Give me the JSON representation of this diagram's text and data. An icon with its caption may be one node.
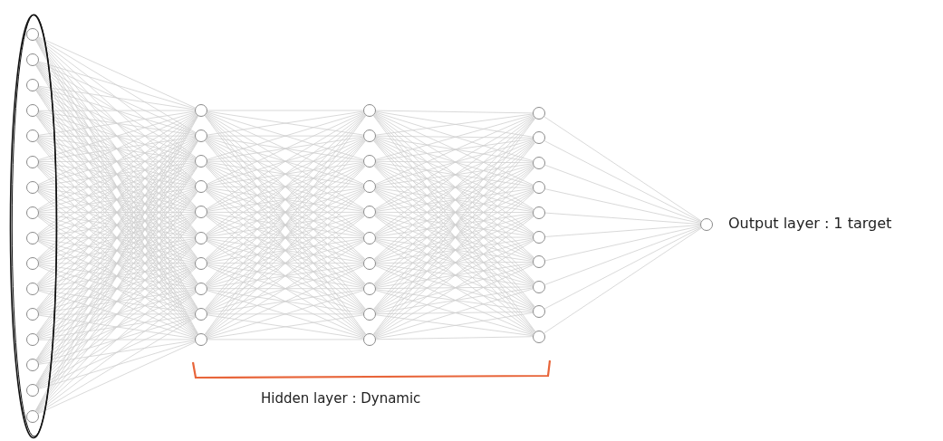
{
  "diagram": {
    "nodes": [
      {
        "text": [],
        "shape": "ellipse"
      },
      {
        "text": [],
        "shape": "circle",
        "in": 0
      },
      {
        "text": [],
        "shape": "circle",
        "in": 0
      },
      {
        "text": [],
        "shape": "circle",
        "in": 0
      },
      {
        "text": [],
        "shape": "circle",
        "in": 0
      },
      {
        "text": [],
        "shape": "circle",
        "in": 0
      },
      {
        "text": [],
        "shape": "circle",
        "in": 0
      },
      {
        "text": [],
        "shape": "circle",
        "in": 0
      },
      {
        "text": [],
        "shape": "circle",
        "in": 0
      },
      {
        "text": [],
        "shape": "circle",
        "in": 0
      },
      {
        "text": [],
        "shape": "circle",
        "in": 0
      },
      {
        "text": [],
        "shape": "circle",
        "in": 0
      },
      {
        "text": [],
        "shape": "circle",
        "in": 0
      },
      {
        "text": [],
        "shape": "circle",
        "in": 0
      },
      {
        "text": [],
        "shape": "circle",
        "in": 0
      },
      {
        "text": [],
        "shape": "circle",
        "in": 0
      },
      {
        "text": [],
        "shape": "circle",
        "in": 0
      },
      {
        "text": [],
        "shape": "circle"
      },
      {
        "text": [],
        "shape": "circle"
      },
      {
        "text": [],
        "shape": "circle"
      },
      {
        "text": [],
        "shape": "circle"
      },
      {
        "text": [],
        "shape": "circle"
      },
      {
        "text": [],
        "shape": "circle"
      },
      {
        "text": [],
        "shape": "circle"
      },
      {
        "text": [],
        "shape": "circle"
      },
      {
        "text": [],
        "shape": "circle"
      },
      {
        "text": [],
        "shape": "circle"
      },
      {
        "text": [],
        "shape": "circle"
      },
      {
        "text": [],
        "shape": "circle"
      },
      {
        "text": [],
        "shape": "circle"
      },
      {
        "text": [],
        "shape": "circle"
      },
      {
        "text": [],
        "shape": "circle"
      },
      {
        "text": [],
        "shape": "circle"
      },
      {
        "text": [],
        "shape": "circle"
      },
      {
        "text": [],
        "shape": "circle"
      },
      {
        "text": [],
        "shape": "circle"
      },
      {
        "text": [],
        "shape": "circle"
      },
      {
        "text": [],
        "shape": "circle"
      },
      {
        "text": [],
        "shape": "circle"
      },
      {
        "text": [],
        "shape": "circle"
      },
      {
        "text": [],
        "shape": "circle"
      },
      {
        "text": [],
        "shape": "circle"
      },
      {
        "text": [],
        "shape": "circle"
      },
      {
        "text": [],
        "shape": "circle"
      },
      {
        "text": [],
        "shape": "circle"
      },
      {
        "text": [],
        "shape": "circle"
      },
      {
        "text": [],
        "shape": "circle"
      },
      {
        "text": [],
        "shape": "circle",
        "beside": [
          "Output layer : 1 target"
        ]
      }
    ],
    "edges": [
      {
        "from": 1,
        "to": 17,
        "arrow": "none"
      },
      {
        "from": 1,
        "to": 18,
        "arrow": "none"
      },
      {
        "from": 1,
        "to": 19,
        "arrow": "none"
      },
      {
        "from": 1,
        "to": 20,
        "arrow": "none"
      },
      {
        "from": 1,
        "to": 21,
        "arrow": "none"
      },
      {
        "from": 1,
        "to": 22,
        "arrow": "none"
      },
      {
        "from": 1,
        "to": 23,
        "arrow": "none"
      },
      {
        "from": 1,
        "to": 24,
        "arrow": "none"
      },
      {
        "from": 1,
        "to": 25,
        "arrow": "none"
      },
      {
        "from": 1,
        "to": 26,
        "arrow": "none"
      },
      {
        "from": 2,
        "to": 17,
        "arrow": "none"
      },
      {
        "from": 2,
        "to": 18,
        "arrow": "none"
      },
      {
        "from": 2,
        "to": 19,
        "arrow": "none"
      },
      {
        "from": 2,
        "to": 20,
        "arrow": "none"
      },
      {
        "from": 2,
        "to": 21,
        "arrow": "none"
      },
      {
        "from": 2,
        "to": 22,
        "arrow": "none"
      },
      {
        "from": 2,
        "to": 23,
        "arrow": "none"
      },
      {
        "from": 2,
        "to": 24,
        "arrow": "none"
      },
      {
        "from": 2,
        "to": 25,
        "arrow": "none"
      },
      {
        "from": 2,
        "to": 26,
        "arrow": "none"
      },
      {
        "from": 3,
        "to": 17,
        "arrow": "none"
      },
      {
        "from": 3,
        "to": 18,
        "arrow": "none"
      },
      {
        "from": 3,
        "to": 19,
        "arrow": "none"
      },
      {
        "from": 3,
        "to": 20,
        "arrow": "none"
      },
      {
        "from": 3,
        "to": 21,
        "arrow": "none"
      },
      {
        "from": 3,
        "to": 22,
        "arrow": "none"
      },
      {
        "from": 3,
        "to": 23,
        "arrow": "none"
      },
      {
        "from": 3,
        "to": 24,
        "arrow": "none"
      },
      {
        "from": 3,
        "to": 25,
        "arrow": "none"
      },
      {
        "from": 3,
        "to": 26,
        "arrow": "none"
      },
      {
        "from": 4,
        "to": 17,
        "arrow": "none"
      },
      {
        "from": 4,
        "to": 18,
        "arrow": "none"
      },
      {
        "from": 4,
        "to": 19,
        "arrow": "none"
      },
      {
        "from": 4,
        "to": 20,
        "arrow": "none"
      },
      {
        "from": 4,
        "to": 21,
        "arrow": "none"
      },
      {
        "from": 4,
        "to": 22,
        "arrow": "none"
      },
      {
        "from": 4,
        "to": 23,
        "arrow": "none"
      },
      {
        "from": 4,
        "to": 24,
        "arrow": "none"
      },
      {
        "from": 4,
        "to": 25,
        "arrow": "none"
      },
      {
        "from": 4,
        "to": 26,
        "arrow": "none"
      },
      {
        "from": 5,
        "to": 17,
        "arrow": "none"
      },
      {
        "from": 5,
        "to": 18,
        "arrow": "none"
      },
      {
        "from": 5,
        "to": 19,
        "arrow": "none"
      },
      {
        "from": 5,
        "to": 20,
        "arrow": "none"
      },
      {
        "from": 5,
        "to": 21,
        "arrow": "none"
      },
      {
        "from": 5,
        "to": 22,
        "arrow": "none"
      },
      {
        "from": 5,
        "to": 23,
        "arrow": "none"
      },
      {
        "from": 5,
        "to": 24,
        "arrow": "none"
      },
      {
        "from": 5,
        "to": 25,
        "arrow": "none"
      },
      {
        "from": 5,
        "to": 26,
        "arrow": "none"
      },
      {
        "from": 6,
        "to": 17,
        "arrow": "none"
      },
      {
        "from": 6,
        "to": 18,
        "arrow": "none"
      },
      {
        "from": 6,
        "to": 19,
        "arrow": "none"
      },
      {
        "from": 6,
        "to": 20,
        "arrow": "none"
      },
      {
        "from": 6,
        "to": 21,
        "arrow": "none"
      },
      {
        "from": 6,
        "to": 22,
        "arrow": "none"
      },
      {
        "from": 6,
        "to": 23,
        "arrow": "none"
      },
      {
        "from": 6,
        "to": 24,
        "arrow": "none"
      },
      {
        "from": 6,
        "to": 25,
        "arrow": "none"
      },
      {
        "from": 6,
        "to": 26,
        "arrow": "none"
      },
      {
        "from": 7,
        "to": 17,
        "arrow": "none"
      },
      {
        "from": 7,
        "to": 18,
        "arrow": "none"
      },
      {
        "from": 7,
        "to": 19,
        "arrow": "none"
      },
      {
        "from": 7,
        "to": 20,
        "arrow": "none"
      },
      {
        "from": 7,
        "to": 21,
        "arrow": "none"
      },
      {
        "from": 7,
        "to": 22,
        "arrow": "none"
      },
      {
        "from": 7,
        "to": 23,
        "arrow": "none"
      },
      {
        "from": 7,
        "to": 24,
        "arrow": "none"
      },
      {
        "from": 7,
        "to": 25,
        "arrow": "none"
      },
      {
        "from": 7,
        "to": 26,
        "arrow": "none"
      },
      {
        "from": 8,
        "to": 17,
        "arrow": "none"
      },
      {
        "from": 8,
        "to": 18,
        "arrow": "none"
      },
      {
        "from": 8,
        "to": 19,
        "arrow": "none"
      },
      {
        "from": 8,
        "to": 20,
        "arrow": "none"
      },
      {
        "from": 8,
        "to": 21,
        "arrow": "none"
      },
      {
        "from": 8,
        "to": 22,
        "arrow": "none"
      },
      {
        "from": 8,
        "to": 23,
        "arrow": "none"
      },
      {
        "from": 8,
        "to": 24,
        "arrow": "none"
      },
      {
        "from": 8,
        "to": 25,
        "arrow": "none"
      },
      {
        "from": 8,
        "to": 26,
        "arrow": "none"
      },
      {
        "from": 9,
        "to": 17,
        "arrow": "none"
      },
      {
        "from": 9,
        "to": 18,
        "arrow": "none"
      },
      {
        "from": 9,
        "to": 19,
        "arrow": "none"
      },
      {
        "from": 9,
        "to": 20,
        "arrow": "none"
      },
      {
        "from": 9,
        "to": 21,
        "arrow": "none"
      },
      {
        "from": 9,
        "to": 22,
        "arrow": "none"
      },
      {
        "from": 9,
        "to": 23,
        "arrow": "none"
      },
      {
        "from": 9,
        "to": 24,
        "arrow": "none"
      },
      {
        "from": 9,
        "to": 25,
        "arrow": "none"
      },
      {
        "from": 9,
        "to": 26,
        "arrow": "none"
      },
      {
        "from": 10,
        "to": 17,
        "arrow": "none"
      },
      {
        "from": 10,
        "to": 18,
        "arrow": "none"
      },
      {
        "from": 10,
        "to": 19,
        "arrow": "none"
      },
      {
        "from": 10,
        "to": 20,
        "arrow": "none"
      },
      {
        "from": 10,
        "to": 21,
        "arrow": "none"
      },
      {
        "from": 10,
        "to": 22,
        "arrow": "none"
      },
      {
        "from": 10,
        "to": 23,
        "arrow": "none"
      },
      {
        "from": 10,
        "to": 24,
        "arrow": "none"
      },
      {
        "from": 10,
        "to": 25,
        "arrow": "none"
      },
      {
        "from": 10,
        "to": 26,
        "arrow": "none"
      },
      {
        "from": 11,
        "to": 17,
        "arrow": "none"
      },
      {
        "from": 11,
        "to": 18,
        "arrow": "none"
      },
      {
        "from": 11,
        "to": 19,
        "arrow": "none"
      },
      {
        "from": 11,
        "to": 20,
        "arrow": "none"
      },
      {
        "from": 11,
        "to": 21,
        "arrow": "none"
      },
      {
        "from": 11,
        "to": 22,
        "arrow": "none"
      },
      {
        "from": 11,
        "to": 23,
        "arrow": "none"
      },
      {
        "from": 11,
        "to": 24,
        "arrow": "none"
      },
      {
        "from": 11,
        "to": 25,
        "arrow": "none"
      },
      {
        "from": 11,
        "to": 26,
        "arrow": "none"
      },
      {
        "from": 12,
        "to": 17,
        "arrow": "none"
      },
      {
        "from": 12,
        "to": 18,
        "arrow": "none"
      },
      {
        "from": 12,
        "to": 19,
        "arrow": "none"
      },
      {
        "from": 12,
        "to": 20,
        "arrow": "none"
      },
      {
        "from": 12,
        "to": 21,
        "arrow": "none"
      },
      {
        "from": 12,
        "to": 22,
        "arrow": "none"
      },
      {
        "from": 12,
        "to": 23,
        "arrow": "none"
      },
      {
        "from": 12,
        "to": 24,
        "arrow": "none"
      },
      {
        "from": 12,
        "to": 25,
        "arrow": "none"
      },
      {
        "from": 12,
        "to": 26,
        "arrow": "none"
      },
      {
        "from": 13,
        "to": 17,
        "arrow": "none"
      },
      {
        "from": 13,
        "to": 18,
        "arrow": "none"
      },
      {
        "from": 13,
        "to": 19,
        "arrow": "none"
      },
      {
        "from": 13,
        "to": 20,
        "arrow": "none"
      },
      {
        "from": 13,
        "to": 21,
        "arrow": "none"
      },
      {
        "from": 13,
        "to": 22,
        "arrow": "none"
      },
      {
        "from": 13,
        "to": 23,
        "arrow": "none"
      },
      {
        "from": 13,
        "to": 24,
        "arrow": "none"
      },
      {
        "from": 13,
        "to": 25,
        "arrow": "none"
      },
      {
        "from": 13,
        "to": 26,
        "arrow": "none"
      },
      {
        "from": 14,
        "to": 17,
        "arrow": "none"
      },
      {
        "from": 14,
        "to": 18,
        "arrow": "none"
      },
      {
        "from": 14,
        "to": 19,
        "arrow": "none"
      },
      {
        "from": 14,
        "to": 20,
        "arrow": "none"
      },
      {
        "from": 14,
        "to": 21,
        "arrow": "none"
      },
      {
        "from": 14,
        "to": 22,
        "arrow": "none"
      },
      {
        "from": 14,
        "to": 23,
        "arrow": "none"
      },
      {
        "from": 14,
        "to": 24,
        "arrow": "none"
      },
      {
        "from": 14,
        "to": 25,
        "arrow": "none"
      },
      {
        "from": 14,
        "to": 26,
        "arrow": "none"
      },
      {
        "from": 15,
        "to": 17,
        "arrow": "none"
      },
      {
        "from": 15,
        "to": 18,
        "arrow": "none"
      },
      {
        "from": 15,
        "to": 19,
        "arrow": "none"
      },
      {
        "from": 15,
        "to": 20,
        "arrow": "none"
      },
      {
        "from": 15,
        "to": 21,
        "arrow": "none"
      },
      {
        "from": 15,
        "to": 22,
        "arrow": "none"
      },
      {
        "from": 15,
        "to": 23,
        "arrow": "none"
      },
      {
        "from": 15,
        "to": 24,
        "arrow": "none"
      },
      {
        "from": 15,
        "to": 25,
        "arrow": "none"
      },
      {
        "from": 15,
        "to": 26,
        "arrow": "none"
      },
      {
        "from": 16,
        "to": 17,
        "arrow": "none"
      },
      {
        "from": 16,
        "to": 18,
        "arrow": "none"
      },
      {
        "from": 16,
        "to": 19,
        "arrow": "none"
      },
      {
        "from": 16,
        "to": 20,
        "arrow": "none"
      },
      {
        "from": 16,
        "to": 21,
        "arrow": "none"
      },
      {
        "from": 16,
        "to": 22,
        "arrow": "none"
      },
      {
        "from": 16,
        "to": 23,
        "arrow": "none"
      },
      {
        "from": 16,
        "to": 24,
        "arrow": "none"
      },
      {
        "from": 16,
        "to": 25,
        "arrow": "none"
      },
      {
        "from": 16,
        "to": 26,
        "arrow": "none"
      },
      {
        "from": 17,
        "to": 27,
        "arrow": "none"
      },
      {
        "from": 17,
        "to": 28,
        "arrow": "none"
      },
      {
        "from": 17,
        "to": 29,
        "arrow": "none"
      },
      {
        "from": 17,
        "to": 30,
        "arrow": "none"
      },
      {
        "from": 17,
        "to": 31,
        "arrow": "none"
      },
      {
        "from": 17,
        "to": 32,
        "arrow": "none"
      },
      {
        "from": 17,
        "to": 33,
        "arrow": "none"
      },
      {
        "from": 17,
        "to": 34,
        "arrow": "none"
      },
      {
        "from": 17,
        "to": 35,
        "arrow": "none"
      },
      {
        "from": 17,
        "to": 36,
        "arrow": "none"
      },
      {
        "from": 18,
        "to": 27,
        "arrow": "none"
      },
      {
        "from": 18,
        "to": 28,
        "arrow": "none"
      },
      {
        "from": 18,
        "to": 29,
        "arrow": "none"
      },
      {
        "from": 18,
        "to": 30,
        "arrow": "none"
      },
      {
        "from": 18,
        "to": 31,
        "arrow": "none"
      },
      {
        "from": 18,
        "to": 32,
        "arrow": "none"
      },
      {
        "from": 18,
        "to": 33,
        "arrow": "none"
      },
      {
        "from": 18,
        "to": 34,
        "arrow": "none"
      },
      {
        "from": 18,
        "to": 35,
        "arrow": "none"
      },
      {
        "from": 18,
        "to": 36,
        "arrow": "none"
      },
      {
        "from": 19,
        "to": 27,
        "arrow": "none"
      },
      {
        "from": 19,
        "to": 28,
        "arrow": "none"
      },
      {
        "from": 19,
        "to": 29,
        "arrow": "none"
      },
      {
        "from": 19,
        "to": 30,
        "arrow": "none"
      },
      {
        "from": 19,
        "to": 31,
        "arrow": "none"
      },
      {
        "from": 19,
        "to": 32,
        "arrow": "none"
      },
      {
        "from": 19,
        "to": 33,
        "arrow": "none"
      },
      {
        "from": 19,
        "to": 34,
        "arrow": "none"
      },
      {
        "from": 19,
        "to": 35,
        "arrow": "none"
      },
      {
        "from": 19,
        "to": 36,
        "arrow": "none"
      },
      {
        "from": 20,
        "to": 27,
        "arrow": "none"
      },
      {
        "from": 20,
        "to": 28,
        "arrow": "none"
      },
      {
        "from": 20,
        "to": 29,
        "arrow": "none"
      },
      {
        "from": 20,
        "to": 30,
        "arrow": "none"
      },
      {
        "from": 20,
        "to": 31,
        "arrow": "none"
      },
      {
        "from": 20,
        "to": 32,
        "arrow": "none"
      },
      {
        "from": 20,
        "to": 33,
        "arrow": "none"
      },
      {
        "from": 20,
        "to": 34,
        "arrow": "none"
      },
      {
        "from": 20,
        "to": 35,
        "arrow": "none"
      },
      {
        "from": 20,
        "to": 36,
        "arrow": "none"
      },
      {
        "from": 21,
        "to": 27,
        "arrow": "none"
      },
      {
        "from": 21,
        "to": 28,
        "arrow": "none"
      },
      {
        "from": 21,
        "to": 29,
        "arrow": "none"
      },
      {
        "from": 21,
        "to": 30,
        "arrow": "none"
      },
      {
        "from": 21,
        "to": 31,
        "arrow": "none"
      },
      {
        "from": 21,
        "to": 32,
        "arrow": "none"
      },
      {
        "from": 21,
        "to": 33,
        "arrow": "none"
      },
      {
        "from": 21,
        "to": 34,
        "arrow": "none"
      },
      {
        "from": 21,
        "to": 35,
        "arrow": "none"
      },
      {
        "from": 21,
        "to": 36,
        "arrow": "none"
      },
      {
        "from": 22,
        "to": 27,
        "arrow": "none"
      },
      {
        "from": 22,
        "to": 28,
        "arrow": "none"
      },
      {
        "from": 22,
        "to": 29,
        "arrow": "none"
      },
      {
        "from": 22,
        "to": 30,
        "arrow": "none"
      },
      {
        "from": 22,
        "to": 31,
        "arrow": "none"
      },
      {
        "from": 22,
        "to": 32,
        "arrow": "none"
      },
      {
        "from": 22,
        "to": 33,
        "arrow": "none"
      },
      {
        "from": 22,
        "to": 34,
        "arrow": "none"
      },
      {
        "from": 22,
        "to": 35,
        "arrow": "none"
      },
      {
        "from": 22,
        "to": 36,
        "arrow": "none"
      },
      {
        "from": 23,
        "to": 27,
        "arrow": "none"
      },
      {
        "from": 23,
        "to": 28,
        "arrow": "none"
      },
      {
        "from": 23,
        "to": 29,
        "arrow": "none"
      },
      {
        "from": 23,
        "to": 30,
        "arrow": "none"
      },
      {
        "from": 23,
        "to": 31,
        "arrow": "none"
      },
      {
        "from": 23,
        "to": 32,
        "arrow": "none"
      },
      {
        "from": 23,
        "to": 33,
        "arrow": "none"
      },
      {
        "from": 23,
        "to": 34,
        "arrow": "none"
      },
      {
        "from": 23,
        "to": 35,
        "arrow": "none"
      },
      {
        "from": 23,
        "to": 36,
        "arrow": "none"
      },
      {
        "from": 24,
        "to": 27,
        "arrow": "none"
      },
      {
        "from": 24,
        "to": 28,
        "arrow": "none"
      },
      {
        "from": 24,
        "to": 29,
        "arrow": "none"
      },
      {
        "from": 24,
        "to": 30,
        "arrow": "none"
      },
      {
        "from": 24,
        "to": 31,
        "arrow": "none"
      },
      {
        "from": 24,
        "to": 32,
        "arrow": "none"
      },
      {
        "from": 24,
        "to": 33,
        "arrow": "none"
      },
      {
        "from": 24,
        "to": 34,
        "arrow": "none"
      },
      {
        "from": 24,
        "to": 35,
        "arrow": "none"
      },
      {
        "from": 24,
        "to": 36,
        "arrow": "none"
      },
      {
        "from": 25,
        "to": 27,
        "arrow": "none"
      },
      {
        "from": 25,
        "to": 28,
        "arrow": "none"
      },
      {
        "from": 25,
        "to": 29,
        "arrow": "none"
      },
      {
        "from": 25,
        "to": 30,
        "arrow": "none"
      },
      {
        "from": 25,
        "to": 31,
        "arrow": "none"
      },
      {
        "from": 25,
        "to": 32,
        "arrow": "none"
      },
      {
        "from": 25,
        "to": 33,
        "arrow": "none"
      },
      {
        "from": 25,
        "to": 34,
        "arrow": "none"
      },
      {
        "from": 25,
        "to": 35,
        "arrow": "none"
      },
      {
        "from": 25,
        "to": 36,
        "arrow": "none"
      },
      {
        "from": 26,
        "to": 27,
        "arrow": "none"
      },
      {
        "from": 26,
        "to": 28,
        "arrow": "none"
      },
      {
        "from": 26,
        "to": 29,
        "arrow": "none"
      },
      {
        "from": 26,
        "to": 30,
        "arrow": "none"
      },
      {
        "from": 26,
        "to": 31,
        "arrow": "none"
      },
      {
        "from": 26,
        "to": 32,
        "arrow": "none"
      },
      {
        "from": 26,
        "to": 33,
        "arrow": "none"
      },
      {
        "from": 26,
        "to": 34,
        "arrow": "none"
      },
      {
        "from": 26,
        "to": 35,
        "arrow": "none"
      },
      {
        "from": 26,
        "to": 36,
        "arrow": "none"
      },
      {
        "from": 27,
        "to": 37,
        "arrow": "none"
      },
      {
        "from": 27,
        "to": 38,
        "arrow": "none"
      },
      {
        "from": 27,
        "to": 39,
        "arrow": "none"
      },
      {
        "from": 27,
        "to": 40,
        "arrow": "none"
      },
      {
        "from": 27,
        "to": 41,
        "arrow": "none"
      },
      {
        "from": 27,
        "to": 42,
        "arrow": "none"
      },
      {
        "from": 27,
        "to": 43,
        "arrow": "none"
      },
      {
        "from": 27,
        "to": 44,
        "arrow": "none"
      },
      {
        "from": 27,
        "to": 45,
        "arrow": "none"
      },
      {
        "from": 27,
        "to": 46,
        "arrow": "none"
      },
      {
        "from": 28,
        "to": 37,
        "arrow": "none"
      },
      {
        "from": 28,
        "to": 38,
        "arrow": "none"
      },
      {
        "from": 28,
        "to": 39,
        "arrow": "none"
      },
      {
        "from": 28,
        "to": 40,
        "arrow": "none"
      },
      {
        "from": 28,
        "to": 41,
        "arrow": "none"
      },
      {
        "from": 28,
        "to": 42,
        "arrow": "none"
      },
      {
        "from": 28,
        "to": 43,
        "arrow": "none"
      },
      {
        "from": 28,
        "to": 44,
        "arrow": "none"
      },
      {
        "from": 28,
        "to": 45,
        "arrow": "none"
      },
      {
        "from": 28,
        "to": 46,
        "arrow": "none"
      },
      {
        "from": 29,
        "to": 37,
        "arrow": "none"
      },
      {
        "from": 29,
        "to": 38,
        "arrow": "none"
      },
      {
        "from": 29,
        "to": 39,
        "arrow": "none"
      },
      {
        "from": 29,
        "to": 40,
        "arrow": "none"
      },
      {
        "from": 29,
        "to": 41,
        "arrow": "none"
      },
      {
        "from": 29,
        "to": 42,
        "arrow": "none"
      },
      {
        "from": 29,
        "to": 43,
        "arrow": "none"
      },
      {
        "from": 29,
        "to": 44,
        "arrow": "none"
      },
      {
        "from": 29,
        "to": 45,
        "arrow": "none"
      },
      {
        "from": 29,
        "to": 46,
        "arrow": "none"
      },
      {
        "from": 30,
        "to": 37,
        "arrow": "none"
      },
      {
        "from": 30,
        "to": 38,
        "arrow": "none"
      },
      {
        "from": 30,
        "to": 39,
        "arrow": "none"
      },
      {
        "from": 30,
        "to": 40,
        "arrow": "none"
      },
      {
        "from": 30,
        "to": 41,
        "arrow": "none"
      },
      {
        "from": 30,
        "to": 42,
        "arrow": "none"
      },
      {
        "from": 30,
        "to": 43,
        "arrow": "none"
      },
      {
        "from": 30,
        "to": 44,
        "arrow": "none"
      },
      {
        "from": 30,
        "to": 45,
        "arrow": "none"
      },
      {
        "from": 30,
        "to": 46,
        "arrow": "none"
      },
      {
        "from": 31,
        "to": 37,
        "arrow": "none"
      },
      {
        "from": 31,
        "to": 38,
        "arrow": "none"
      },
      {
        "from": 31,
        "to": 39,
        "arrow": "none"
      },
      {
        "from": 31,
        "to": 40,
        "arrow": "none"
      },
      {
        "from": 31,
        "to": 41,
        "arrow": "none"
      },
      {
        "from": 31,
        "to": 42,
        "arrow": "none"
      },
      {
        "from": 31,
        "to": 43,
        "arrow": "none"
      },
      {
        "from": 31,
        "to": 44,
        "arrow": "none"
      },
      {
        "from": 31,
        "to": 45,
        "arrow": "none"
      },
      {
        "from": 31,
        "to": 46,
        "arrow": "none"
      },
      {
        "from": 32,
        "to": 37,
        "arrow": "none"
      },
      {
        "from": 32,
        "to": 38,
        "arrow": "none"
      },
      {
        "from": 32,
        "to": 39,
        "arrow": "none"
      },
      {
        "from": 32,
        "to": 40,
        "arrow": "none"
      },
      {
        "from": 32,
        "to": 41,
        "arrow": "none"
      },
      {
        "from": 32,
        "to": 42,
        "arrow": "none"
      },
      {
        "from": 32,
        "to": 43,
        "arrow": "none"
      },
      {
        "from": 32,
        "to": 44,
        "arrow": "none"
      },
      {
        "from": 32,
        "to": 45,
        "arrow": "none"
      },
      {
        "from": 32,
        "to": 46,
        "arrow": "none"
      },
      {
        "from": 33,
        "to": 37,
        "arrow": "none"
      },
      {
        "from": 33,
        "to": 38,
        "arrow": "none"
      },
      {
        "from": 33,
        "to": 39,
        "arrow": "none"
      },
      {
        "from": 33,
        "to": 40,
        "arrow": "none"
      },
      {
        "from": 33,
        "to": 41,
        "arrow": "none"
      },
      {
        "from": 33,
        "to": 42,
        "arrow": "none"
      },
      {
        "from": 33,
        "to": 43,
        "arrow": "none"
      },
      {
        "from": 33,
        "to": 44,
        "arrow": "none"
      },
      {
        "from": 33,
        "to": 45,
        "arrow": "none"
      },
      {
        "from": 33,
        "to": 46,
        "arrow": "none"
      },
      {
        "from": 34,
        "to": 37,
        "arrow": "none"
      },
      {
        "from": 34,
        "to": 38,
        "arrow": "none"
      },
      {
        "from": 34,
        "to": 39,
        "arrow": "none"
      },
      {
        "from": 34,
        "to": 40,
        "arrow": "none"
      },
      {
        "from": 34,
        "to": 41,
        "arrow": "none"
      },
      {
        "from": 34,
        "to": 42,
        "arrow": "none"
      },
      {
        "from": 34,
        "to": 43,
        "arrow": "none"
      },
      {
        "from": 34,
        "to": 44,
        "arrow": "none"
      },
      {
        "from": 34,
        "to": 45,
        "arrow": "none"
      },
      {
        "from": 34,
        "to": 46,
        "arrow": "none"
      },
      {
        "from": 35,
        "to": 37,
        "arrow": "none"
      },
      {
        "from": 35,
        "to": 38,
        "arrow": "none"
      },
      {
        "from": 35,
        "to": 39,
        "arrow": "none"
      },
      {
        "from": 35,
        "to": 40,
        "arrow": "none"
      },
      {
        "from": 35,
        "to": 41,
        "arrow": "none"
      },
      {
        "from": 35,
        "to": 42,
        "arrow": "none"
      },
      {
        "from": 35,
        "to": 43,
        "arrow": "none"
      },
      {
        "from": 35,
        "to": 44,
        "arrow": "none"
      },
      {
        "from": 35,
        "to": 45,
        "arrow": "none"
      },
      {
        "from": 35,
        "to": 46,
        "arrow": "none"
      },
      {
        "from": 36,
        "to": 37,
        "arrow": "none"
      },
      {
        "from": 36,
        "to": 38,
        "arrow": "none"
      },
      {
        "from": 36,
        "to": 39,
        "arrow": "none"
      },
      {
        "from": 36,
        "to": 40,
        "arrow": "none"
      },
      {
        "from": 36,
        "to": 41,
        "arrow": "none"
      },
      {
        "from": 36,
        "to": 42,
        "arrow": "none"
      },
      {
        "from": 36,
        "to": 43,
        "arrow": "none"
      },
      {
        "from": 36,
        "to": 44,
        "arrow": "none"
      },
      {
        "from": 36,
        "to": 45,
        "arrow": "none"
      },
      {
        "from": 36,
        "to": 46,
        "arrow": "none"
      },
      {
        "from": 37,
        "to": 47,
        "arrow": "none"
      },
      {
        "from": 38,
        "to": 47,
        "arrow": "none"
      },
      {
        "from": 39,
        "to": 47,
        "arrow": "none"
      },
      {
        "from": 40,
        "to": 47,
        "arrow": "none"
      },
      {
        "from": 41,
        "to": 47,
        "arrow": "none"
      },
      {
        "from": 42,
        "to": 47,
        "arrow": "none"
      },
      {
        "from": 43,
        "to": 47,
        "arrow": "none"
      },
      {
        "from": 44,
        "to": 47,
        "arrow": "none"
      },
      {
        "from": 45,
        "to": 47,
        "arrow": "none"
      },
      {
        "from": 46,
        "to": 47,
        "arrow": "none"
      }
    ],
    "labels": [
      "Hidden layer : Dynamic"
    ]
  }
}
